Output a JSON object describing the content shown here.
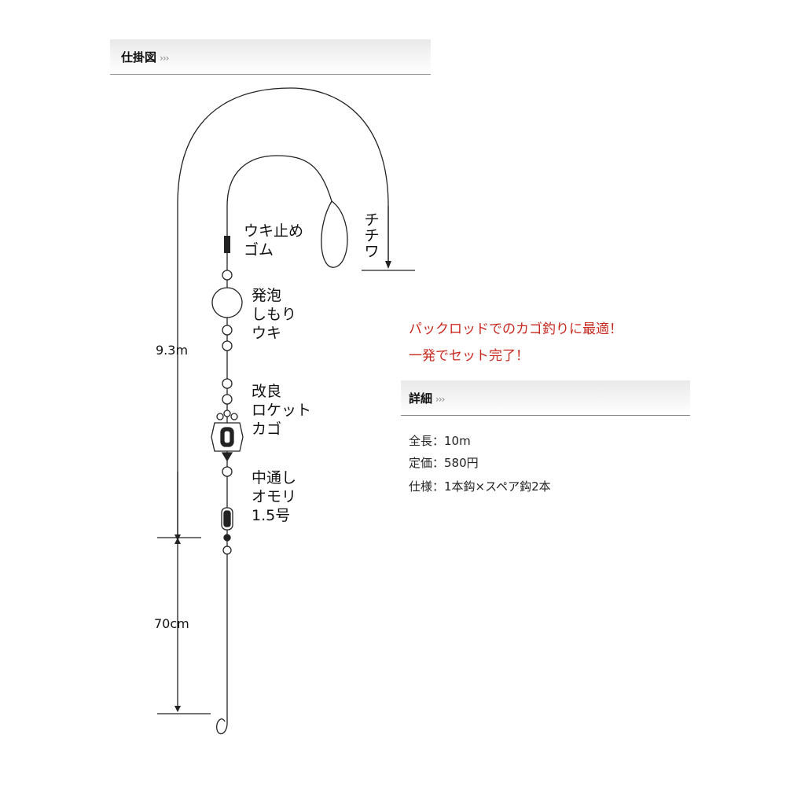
{
  "header": {
    "title": "仕掛図",
    "chevrons": "›››"
  },
  "diagram": {
    "labels": {
      "float_stopper": "ウキ止め\nゴム",
      "chichiwa": "チ\nチ\nワ",
      "float": "発泡\nしもり\nウキ",
      "basket": "改良\nロケット\nカゴ",
      "sinker": "中通し\nオモリ\n1.5号",
      "length_main": "9.3m",
      "length_leader": "70cm"
    }
  },
  "promo": {
    "line1": "パックロッドでのカゴ釣りに最適！",
    "line2": "一発でセット完了！"
  },
  "details": {
    "title": "詳細",
    "chevrons": "›››",
    "items": [
      "全長：10m",
      "定価：580円",
      "仕様：1本鈎×スペア鈎2本"
    ]
  }
}
